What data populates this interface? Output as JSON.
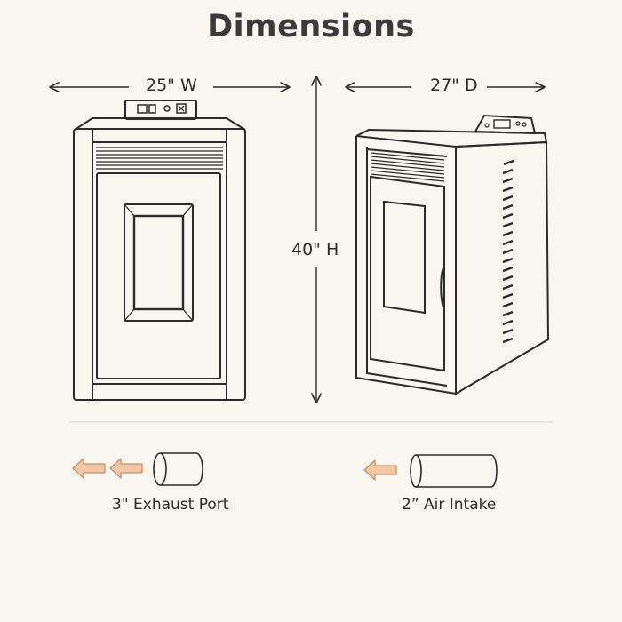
{
  "title": "Dimensions",
  "dimensions": {
    "width": "25\" W",
    "depth": "27\" D",
    "height": "40\" H"
  },
  "ports": {
    "exhaust": "3\" Exhaust Port",
    "intake": "2” Air Intake"
  },
  "colors": {
    "background": "#f9f6f0",
    "line": "#2b2b2b",
    "arrow_fill": "#f2c7a6",
    "arrow_stroke": "#c98e66"
  },
  "icons": [
    "arrow-left-icon",
    "pipe-icon"
  ]
}
